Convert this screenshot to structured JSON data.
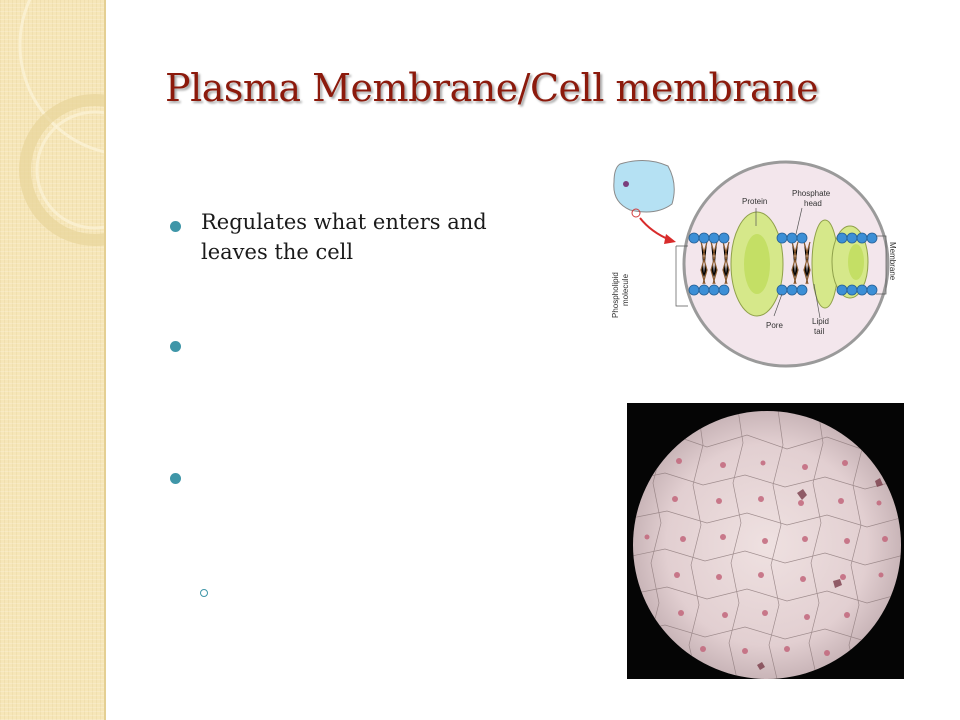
{
  "slide": {
    "title": "Plasma Membrane/Cell membrane",
    "bullets": [
      {
        "text": "Regulates what enters and leaves the cell"
      },
      {
        "text": ""
      },
      {
        "text": ""
      }
    ],
    "sub_bullets": [
      {
        "text": ""
      }
    ]
  },
  "diagram": {
    "labels": {
      "protein": "Protein",
      "phosphate_head": "Phosphate head",
      "phosphate_head_line1": "Phosphate",
      "phosphate_head_line2": "head",
      "membrane": "Membrane",
      "phospholipid_line1": "Phospholipid",
      "phospholipid_line2": "molecule",
      "pore": "Pore",
      "lipid_tail_line1": "Lipid",
      "lipid_tail_line2": "tail"
    }
  },
  "colors": {
    "title": "#8c1a0c",
    "bullet": "#3f96a8",
    "sidebar": "#f6e6b8",
    "phosphate_head": "#3c8fd6",
    "protein": "#d6e88a"
  }
}
